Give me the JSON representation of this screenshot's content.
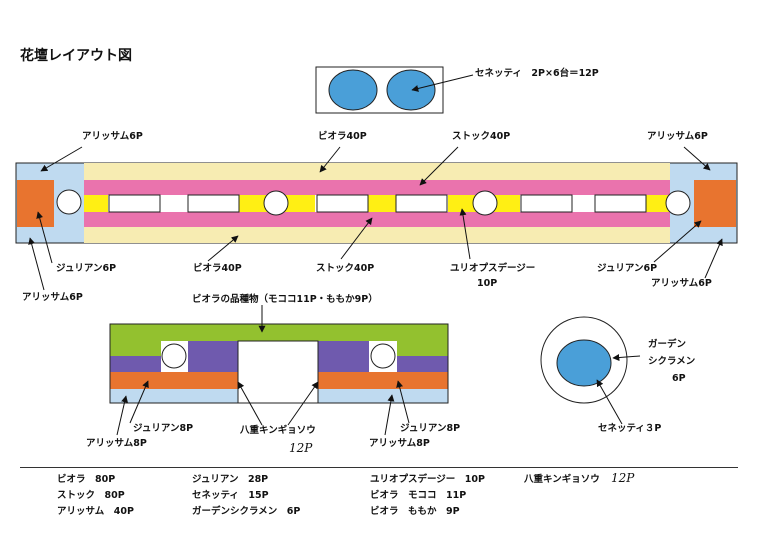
{
  "title": "花壇レイアウト図",
  "colors": {
    "light_blue": "#bfdaf0",
    "orange": "#e8742f",
    "cream": "#f7ecb2",
    "pink": "#ea73ad",
    "yellow": "#ffef14",
    "green": "#93c12f",
    "purple": "#6f5aae",
    "blue_circle": "#4a9fd8"
  },
  "labels": {
    "senetti_top": "セネッティ　2P×6台＝12P",
    "alyssum_tl": "アリッサム6P",
    "viola_top": "ビオラ40P",
    "stock_top": "ストック40P",
    "alyssum_tr": "アリッサム6P",
    "julian_bl": "ジュリアン6P",
    "viola_bottom": "ビオラ40P",
    "stock_bottom": "ストック40P",
    "euryops_l1": "ユリオプスデージー",
    "euryops_l2": "10P",
    "julian_br": "ジュリアン6P",
    "alyssum_br": "アリッサム6P",
    "alyssum_bl": "アリッサム6P",
    "viola_varieties": "ビオラの品種物（モココ11P・ももか9P）",
    "julian_8p_left": "ジュリアン8P",
    "alyssum_8p_left": "アリッサム8P",
    "hachijo": "八重キンギョソウ",
    "hachijo_count": "12P",
    "julian_8p_right": "ジュリアン8P",
    "alyssum_8p_right": "アリッサム8P",
    "cyclamen_l1": "ガーデン",
    "cyclamen_l2": "シクラメン",
    "cyclamen_l3": "6P",
    "senetti_3p": "セネッティ３P"
  },
  "summary": {
    "col1": [
      "ビオラ　80P",
      "ストック　80P",
      "アリッサム　40P"
    ],
    "col2": [
      "ジュリアン　28P",
      "セネッティ　15P",
      "ガーデンシクラメン　6P"
    ],
    "col3": [
      "ユリオプスデージー　10P",
      "ビオラ　モココ　11P",
      "ビオラ　ももか　9P"
    ],
    "col4_label": "八重キンギョソウ",
    "col4_count": "12P"
  }
}
